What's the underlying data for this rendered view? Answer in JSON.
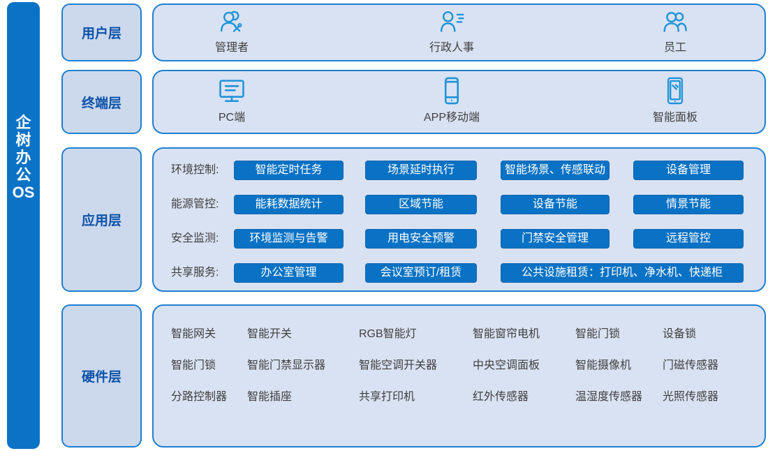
{
  "sidebar": {
    "title": "企树办公OS",
    "chars": [
      "企",
      "树",
      "办",
      "公",
      "OS"
    ]
  },
  "user_layer": {
    "label": "用户层",
    "items": [
      {
        "icon": "admin-user-icon",
        "label": "管理者"
      },
      {
        "icon": "hr-user-icon",
        "label": "行政人事"
      },
      {
        "icon": "employees-icon",
        "label": "员工"
      }
    ]
  },
  "terminal_layer": {
    "label": "终端层",
    "items": [
      {
        "icon": "desktop-icon",
        "label": "PC端"
      },
      {
        "icon": "smartphone-icon",
        "label": "APP移动端"
      },
      {
        "icon": "smart-panel-icon",
        "label": "智能面板"
      }
    ]
  },
  "application_layer": {
    "label": "应用层",
    "rows": [
      {
        "category": "环境控制:",
        "buttons": [
          "智能定时任务",
          "场景延时执行",
          "智能场景、传感联动",
          "设备管理"
        ]
      },
      {
        "category": "能源管控:",
        "buttons": [
          "能耗数据统计",
          "区域节能",
          "设备节能",
          "情景节能"
        ]
      },
      {
        "category": "安全监测:",
        "buttons": [
          "环境监测与告警",
          "用电安全预警",
          "门禁安全管理",
          "远程管控"
        ]
      },
      {
        "category": "共享服务:",
        "buttons": [
          "办公室管理",
          "会议室预订/租赁",
          "公共设施租赁：打印机、净水机、快递柜"
        ]
      }
    ]
  },
  "hardware_layer": {
    "label": "硬件层",
    "rows": [
      [
        "智能网关",
        "智能开关",
        "RGB智能灯",
        "智能窗帘电机",
        "智能门锁",
        "设备锁"
      ],
      [
        "智能门锁",
        "智能门禁显示器",
        "智能空调开关器",
        "中央空调面板",
        "智能摄像机",
        "门磁传感器"
      ],
      [
        "分路控制器",
        "智能插座",
        "共享打印机",
        "红外传感器",
        "温湿度传感器",
        "光照传感器"
      ]
    ]
  },
  "colors": {
    "primary_blue": "#0b73c6",
    "border_blue": "#1e7fd0",
    "panel_fill": "#d9e2f2",
    "label_fill": "#ccd9ec",
    "label_text": "#0d52a8",
    "body_text": "#3f3f3f",
    "icon_blue": "#1e93d8",
    "button_blue": "#0a72c4",
    "button_border": "#0d65ad"
  }
}
